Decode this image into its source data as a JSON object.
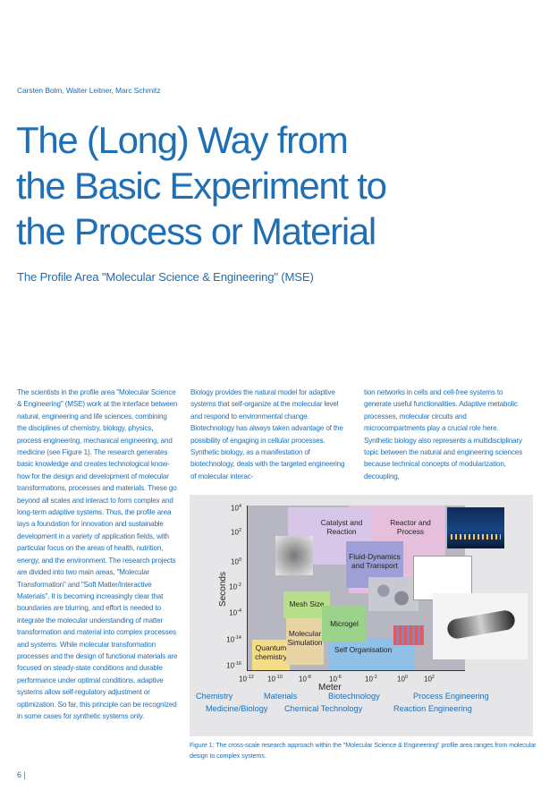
{
  "authors": "Carsten Bolm, Walter Leitner, Marc Schmitz",
  "title_lines": [
    "The (Long) Way from",
    "the Basic Experiment to",
    "the Process or Material"
  ],
  "subtitle": "The Profile Area \"Molecular Science & Engineering\" (MSE)",
  "columns": [
    "The scientists in the profile area \"Molecular Science & Engineering\" (MSE) work at the interface between natural, engineering and life sciences, combining the disciplines of chemistry, biology, physics, process engineering, mechanical engineering, and medicine (see Figure 1). The research generates basic knowledge and creates technological know-how for the design and development of molecular transformations, processes and materials. These go beyond all scales and interact to form complex and long-term adaptive systems. Thus, the profile area lays a foundation for innovation and sustainable development in a variety of application fields, with particular focus on the areas of health, nutrition, energy, and the environment. The research projects are divided into two main areas, \"Molecular Transformation\" and \"Soft Matter/Interactive Materials\". It is becoming increasingly clear that boundaries are blurring, and effort is needed to integrate the molecular understanding of matter transformation and material into complex processes and systems. While molecular transformation processes and the design of functional materials are focused on steady-state conditions and durable performance under optimal conditions, adaptive systems allow self-regulatory adjustment or optimization. So far, this principle can be recognized in some cases for synthetic systems only.",
    "Biology provides the natural model for adaptive systems that self-organize at the molecular level and respond to environmental change. Biotechnology has always taken advantage of the possibility of engaging in cellular processes. Synthetic biology, as a manifestation of biotechnology, deals with the targeted engineering of molecular interac-",
    "tion networks in cells and cell-free systems to generate useful functionalities. Adaptive metabolic processes, molecular circuits and microcompartments play a crucial role here. Synthetic biology also represents a multidisciplinary topic between the natural and engineering sciences because technical concepts of modularization, decoupling,"
  ],
  "figure": {
    "y_axis_label": "Seconds",
    "x_axis_label": "Meter",
    "y_ticks": [
      [
        "10",
        "4"
      ],
      [
        "10",
        "2"
      ],
      [
        "10",
        "0"
      ],
      [
        "10",
        "-2"
      ],
      [
        "10",
        "-4"
      ],
      [
        "10",
        "-14"
      ],
      [
        "10",
        "-16"
      ]
    ],
    "x_ticks": [
      [
        "10",
        "-12"
      ],
      [
        "10",
        "-10"
      ],
      [
        "10",
        "-8"
      ],
      [
        "10",
        "-6"
      ],
      [
        "10",
        "-2"
      ],
      [
        "10",
        "0"
      ],
      [
        "10",
        "2"
      ]
    ],
    "regions": {
      "catalyst": "Catalyst and Reaction",
      "reactor": "Reactor and Process",
      "fluid": "Fluid-Dynamics and Transport",
      "mesh": "Mesh Size",
      "molsim": "Molecular Simulation",
      "microgel": "Microgel",
      "selforg": "Self Organisation",
      "quantum": "Quantum chemistry"
    },
    "legend_row1": [
      "Chemistry",
      "Materials",
      "Biotechnology",
      "Process Engineering"
    ],
    "legend_row2": [
      "Medicine/Biology",
      "Chemical Technology",
      "Reaction Engineering"
    ],
    "colors": {
      "catalyst": "#d7c6e8",
      "reactor": "#e5bfdc",
      "fluid": "#9d9fd6",
      "mesh": "#b8e08a",
      "molsim": "#e7d3a4",
      "microgel": "#9bd38a",
      "selforg": "#8fc0e8",
      "quantum": "#f5dc86",
      "text_blue": "#1e6fb5"
    }
  },
  "caption": "Figure 1: The cross-scale research approach within the \"Molecular Science & Engineering\" profile area ranges from molecular design to complex systems.",
  "page_number": "6 |"
}
